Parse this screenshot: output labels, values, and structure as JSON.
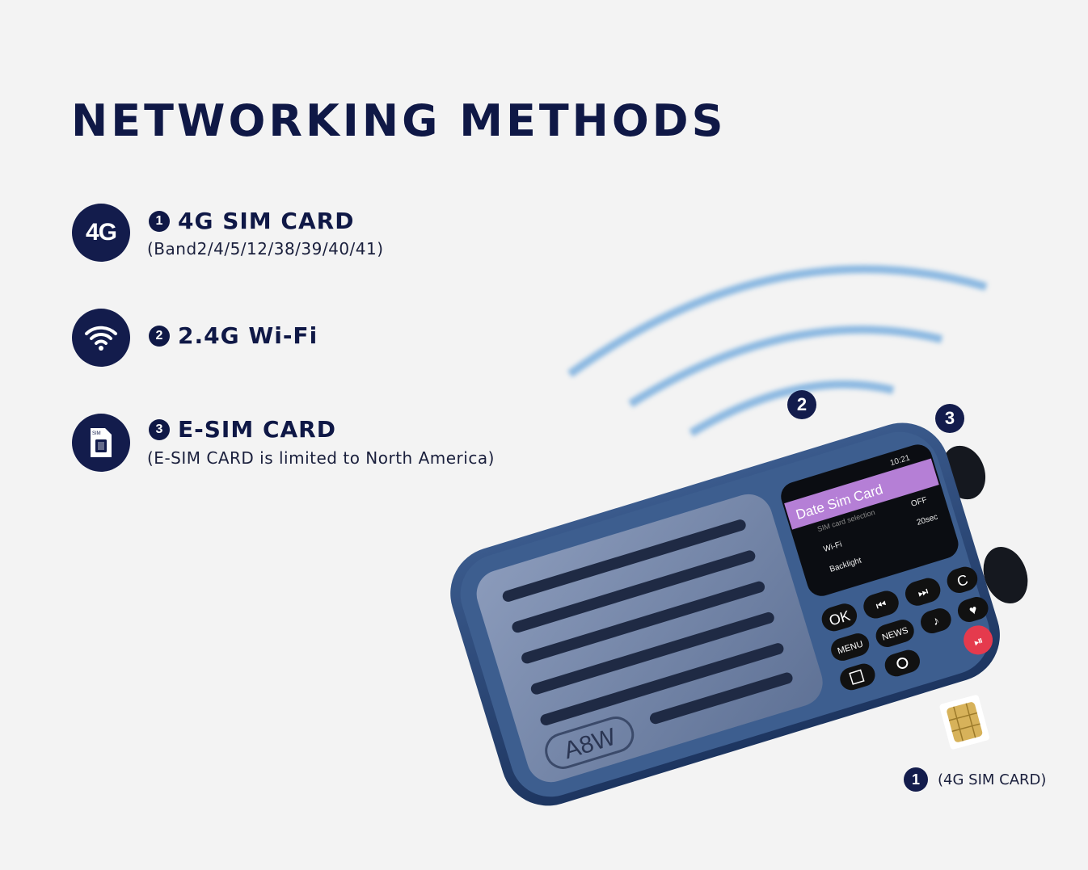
{
  "title": "NETWORKING METHODS",
  "methods": [
    {
      "icon": "4g-icon",
      "icon_text": "4G",
      "number": "1",
      "label": "4G SIM CARD",
      "sub": "(Band2/4/5/12/38/39/40/41)"
    },
    {
      "icon": "wifi-icon",
      "number": "2",
      "label": "2.4G Wi-Fi",
      "sub": ""
    },
    {
      "icon": "sim-card-icon",
      "icon_text": "SIM",
      "number": "3",
      "label": "E-SIM CARD",
      "sub": "(E-SIM CARD is limited to North America)"
    }
  ],
  "device": {
    "model": "A8W",
    "screen": {
      "time": "10:21",
      "header": "Date Sim Card",
      "rows": [
        {
          "label": "SIM card selection",
          "value": "OFF"
        },
        {
          "label": "Wi-Fi",
          "value": "20sec"
        },
        {
          "label": "Backlight",
          "value": ""
        }
      ]
    },
    "buttons": {
      "ok": "OK",
      "menu": "MENU",
      "news": "NEWS",
      "c": "C"
    },
    "callouts": {
      "wifi": "2",
      "esim": "3"
    }
  },
  "sim_callout": {
    "number": "1",
    "label": "(4G SIM CARD)"
  },
  "colors": {
    "navy": "#131c4c",
    "radio_blue": "#2d4a78",
    "screen_purple": "#b57fd6",
    "wave_blue": "#6aa6dc"
  }
}
